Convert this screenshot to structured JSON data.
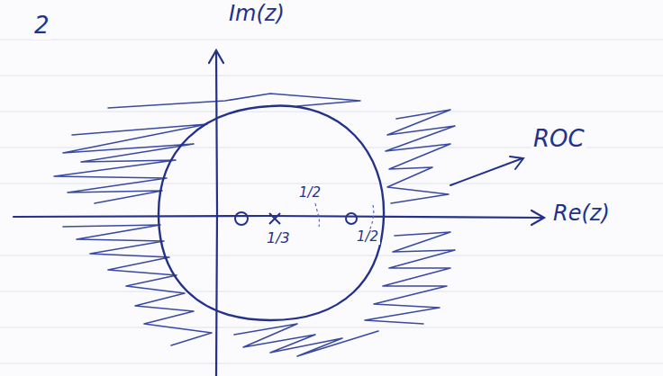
{
  "diagram": {
    "labels": [
      "2",
      "Im(z)",
      "ROC",
      "Re(z)",
      "1/3",
      "1/2",
      "1/2"
    ]
  }
}
